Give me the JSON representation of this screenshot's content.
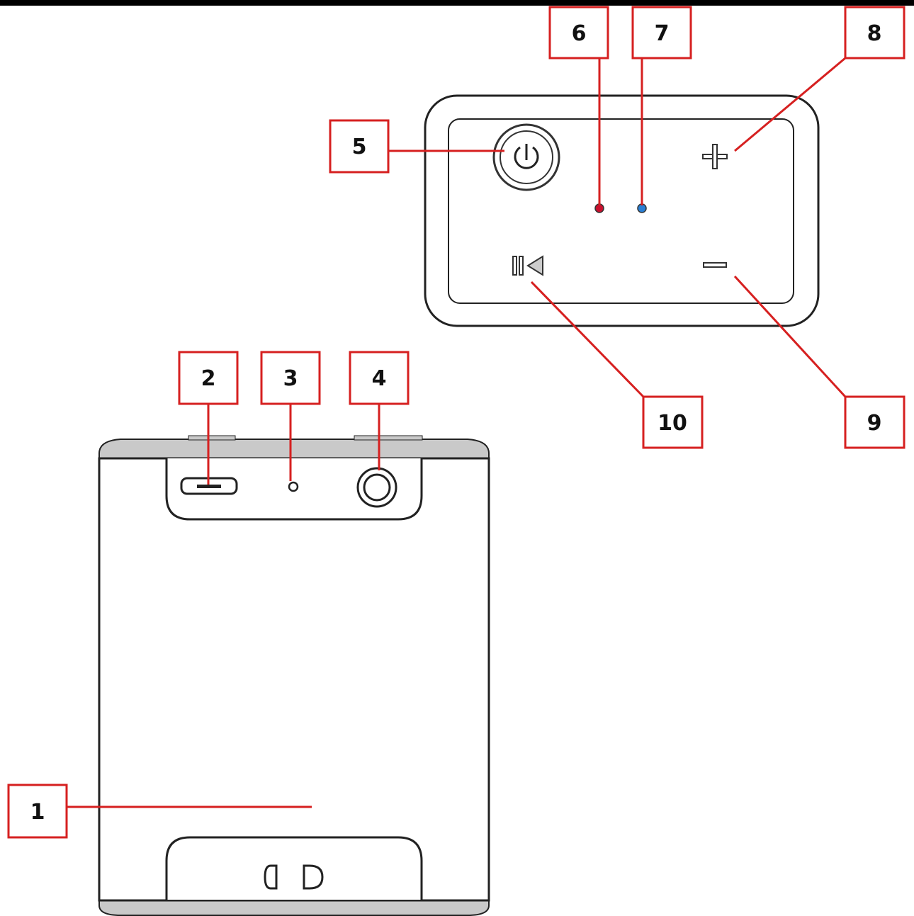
{
  "diagram": {
    "callout_color": "#d62020",
    "device_outline_color": "#222222",
    "device_bezel_color": "#c9c9c9",
    "led_red_color": "#c8102e",
    "led_blue_color": "#2a7fd4",
    "callouts": [
      {
        "id": "1",
        "label": "1"
      },
      {
        "id": "2",
        "label": "2"
      },
      {
        "id": "3",
        "label": "3"
      },
      {
        "id": "4",
        "label": "4"
      },
      {
        "id": "5",
        "label": "5"
      },
      {
        "id": "6",
        "label": "6"
      },
      {
        "id": "7",
        "label": "7"
      },
      {
        "id": "8",
        "label": "8"
      },
      {
        "id": "9",
        "label": "9"
      },
      {
        "id": "10",
        "label": "10"
      }
    ],
    "icons": {
      "power": "power-icon",
      "plus": "plus-icon",
      "minus": "minus-icon",
      "play_pause": "play-pause-icon",
      "usb_port": "micro-usb-port-icon",
      "mic_hole": "microphone-hole-icon",
      "aux_jack": "aux-jack-icon"
    }
  }
}
